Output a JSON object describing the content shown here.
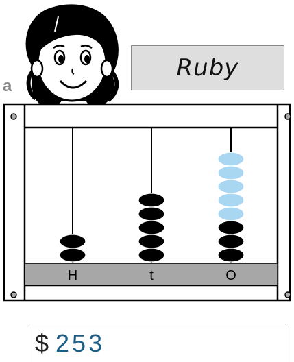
{
  "header": {
    "item_letter": "a",
    "name": "Ruby"
  },
  "abacus": {
    "columns": [
      {
        "label": "H",
        "black_beads": 2,
        "blue_beads": 0
      },
      {
        "label": "t",
        "black_beads": 5,
        "blue_beads": 0
      },
      {
        "label": "O",
        "black_beads": 3,
        "blue_beads": 5
      }
    ],
    "colors": {
      "frame": "#000000",
      "base": "#a7a7a7",
      "bead_black": "#000000",
      "bead_blue": "#a9d7f2"
    }
  },
  "answer": {
    "currency": "$",
    "value": "253"
  }
}
